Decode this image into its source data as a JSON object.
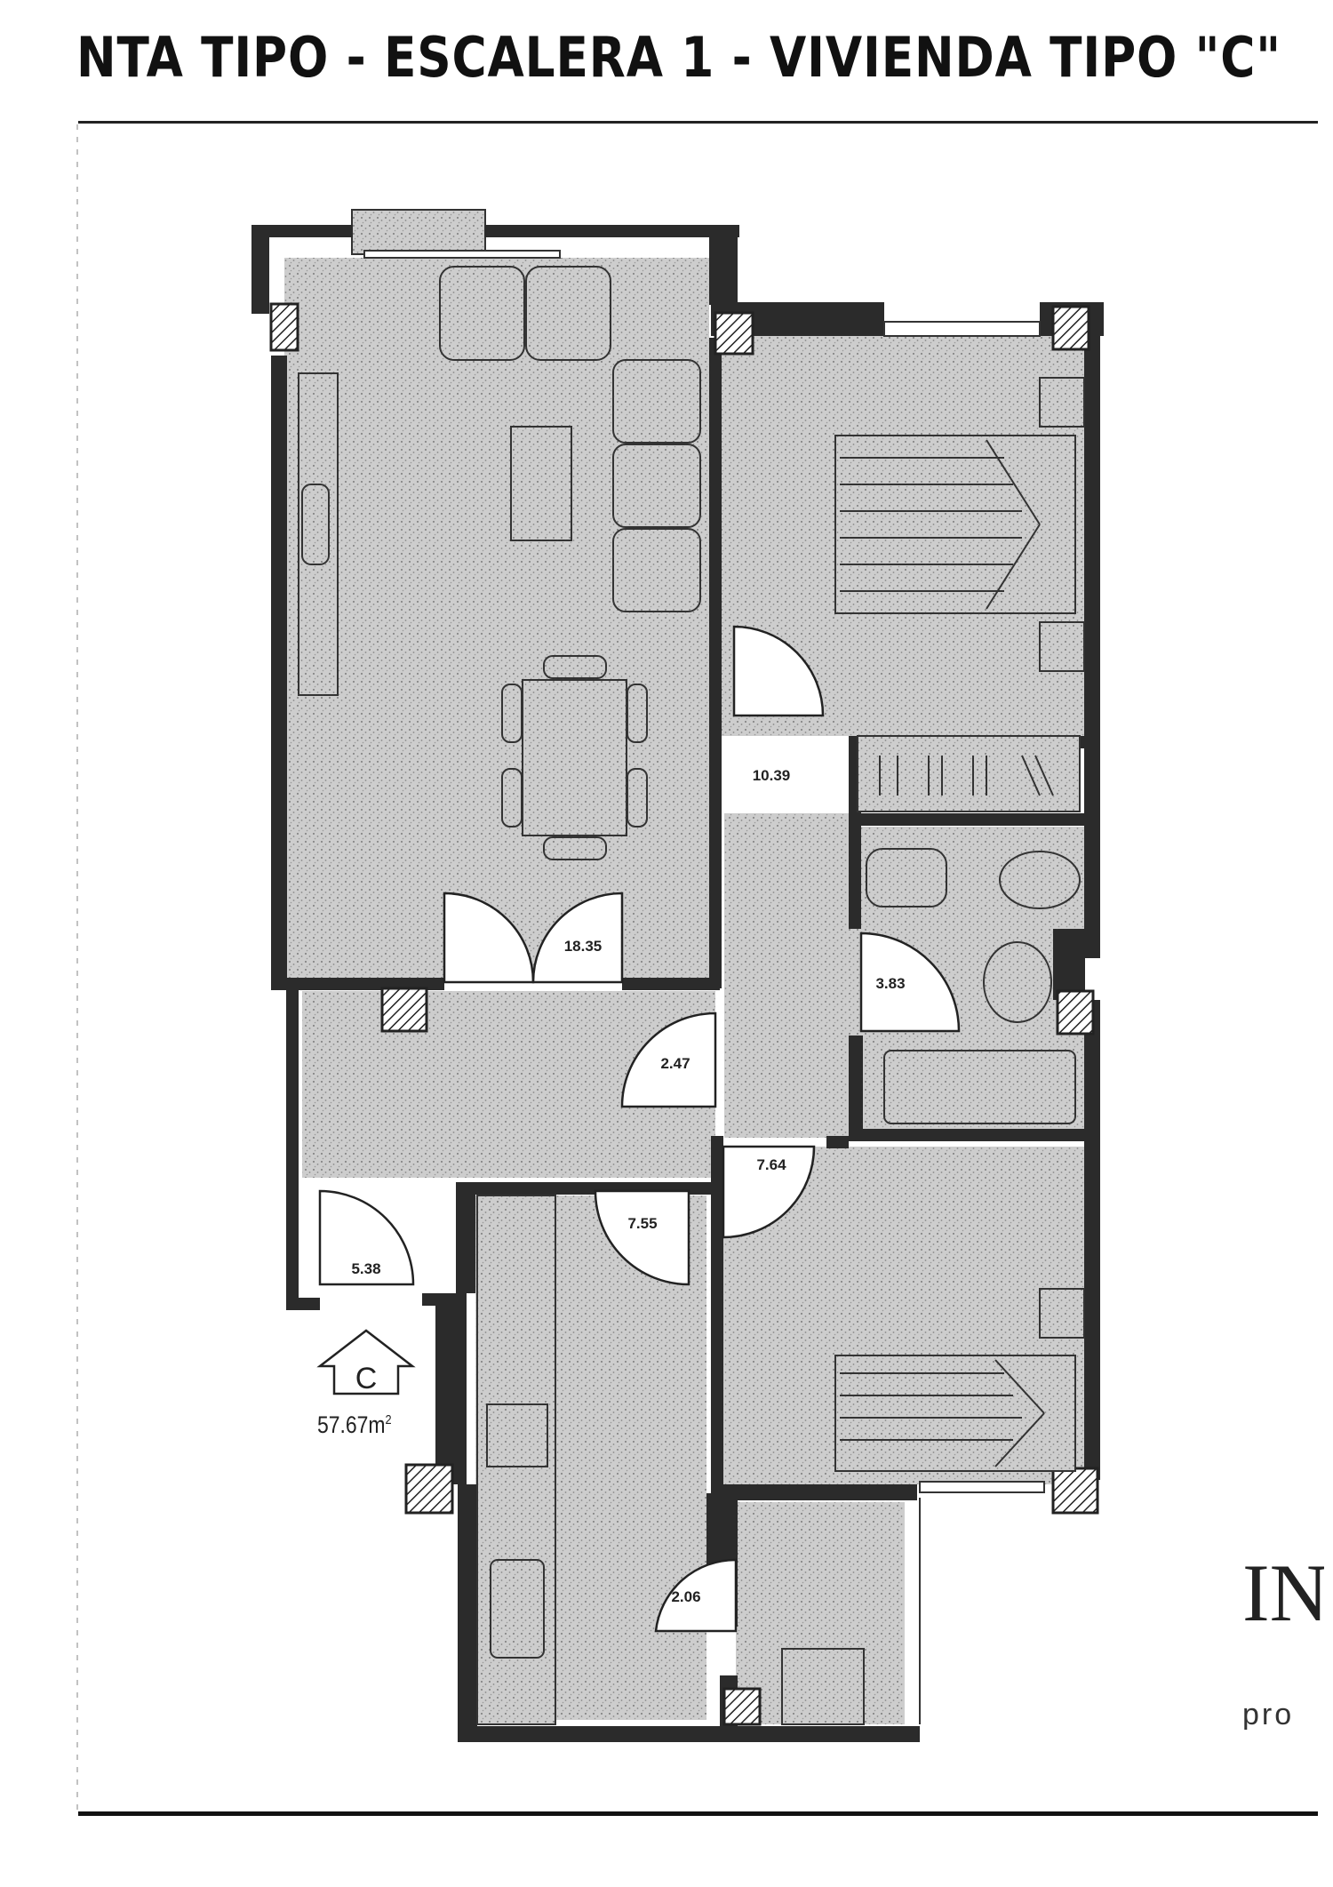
{
  "header": {
    "title": "NTA TIPO - ESCALERA 1 - VIVIENDA TIPO \"C\""
  },
  "plan": {
    "rooms": [
      {
        "key": "bedroom_main",
        "area": "10.39"
      },
      {
        "key": "living_dining",
        "area": "18.35"
      },
      {
        "key": "bathroom",
        "area": "3.83"
      },
      {
        "key": "hall_corridor",
        "area": "2.47"
      },
      {
        "key": "bedroom_second",
        "area": "7.64"
      },
      {
        "key": "kitchen",
        "area": "7.55"
      },
      {
        "key": "entrance_hall",
        "area": "5.38"
      },
      {
        "key": "laundry",
        "area": "2.06"
      }
    ],
    "entry_marker": "C",
    "total_area": "57.67m",
    "total_area_unit_sup": "2"
  },
  "brand": {
    "logo_text": "IN",
    "subtitle": "pro"
  },
  "colors": {
    "wall": "#2b2b2b",
    "floor_fill": "#c9c9c9",
    "ink": "#222222"
  }
}
